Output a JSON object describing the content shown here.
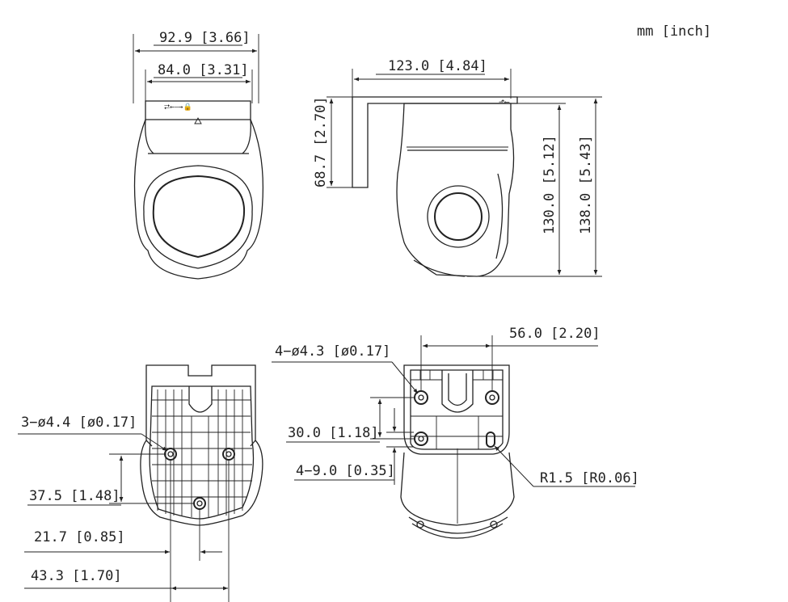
{
  "units_label": "mm [inch]",
  "front_view": {
    "outer_width": "92.9 [3.66]",
    "inner_width": "84.0 [3.31]",
    "lock_symbol": "⮂←—→🔒"
  },
  "side_view": {
    "bracket_length": "123.0 [4.84]",
    "bracket_height": "68.7 [2.70]",
    "body_height": "130.0 [5.12]",
    "total_height": "138.0 [5.43]"
  },
  "bottom_left_view": {
    "hole_spec": "3−ø4.4 [ø0.17]",
    "hole_vertical": "37.5 [1.48]",
    "hole_offset": "21.7 [0.85]",
    "hole_spacing": "43.3 [1.70]"
  },
  "bottom_right_view": {
    "hole_spec": "4−ø4.3 [ø0.17]",
    "hole_spacing_h": "56.0 [2.20]",
    "hole_spacing_v": "30.0 [1.18]",
    "slot_length": "4−9.0 [0.35]",
    "radius": "R1.5 [R0.06]"
  }
}
